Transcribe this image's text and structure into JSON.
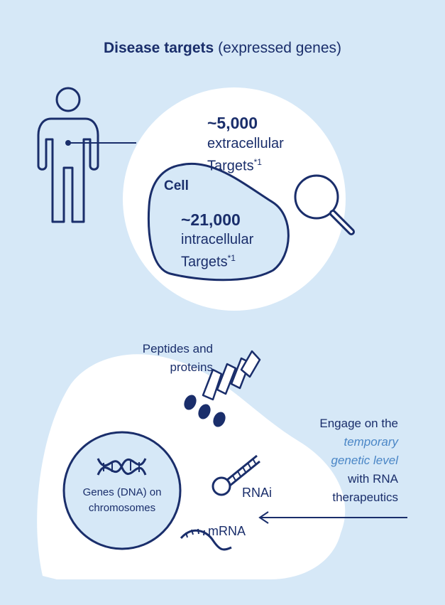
{
  "title": {
    "bold": "Disease targets",
    "normal": "(expressed genes)"
  },
  "extracellular": {
    "count": "~5,000",
    "line1": "extracellular",
    "line2": "Targets",
    "footnote": "*1"
  },
  "cell": {
    "label": "Cell",
    "count": "~21,000",
    "line1": "intracellular",
    "line2": "Targets",
    "footnote": "*1"
  },
  "peptides": {
    "line1": "Peptides and",
    "line2": "proteins"
  },
  "genes": {
    "line1": "Genes (DNA) on",
    "line2": "chromosomes"
  },
  "rnai": "RNAi",
  "mrna": "mRNA",
  "engage": {
    "line1": "Engage on the",
    "accent1": "temporary",
    "accent2": "genetic level",
    "line3": "with RNA",
    "line4": "therapeutics"
  },
  "colors": {
    "background": "#d6e8f7",
    "navy": "#1a2e6b",
    "accent": "#4a86c6",
    "white": "#ffffff"
  },
  "icons": [
    "person-icon",
    "magnifier-icon",
    "dna-icon",
    "protein-helix-icon",
    "rnai-hairpin-icon",
    "mrna-strand-icon",
    "arrow-left-icon"
  ]
}
